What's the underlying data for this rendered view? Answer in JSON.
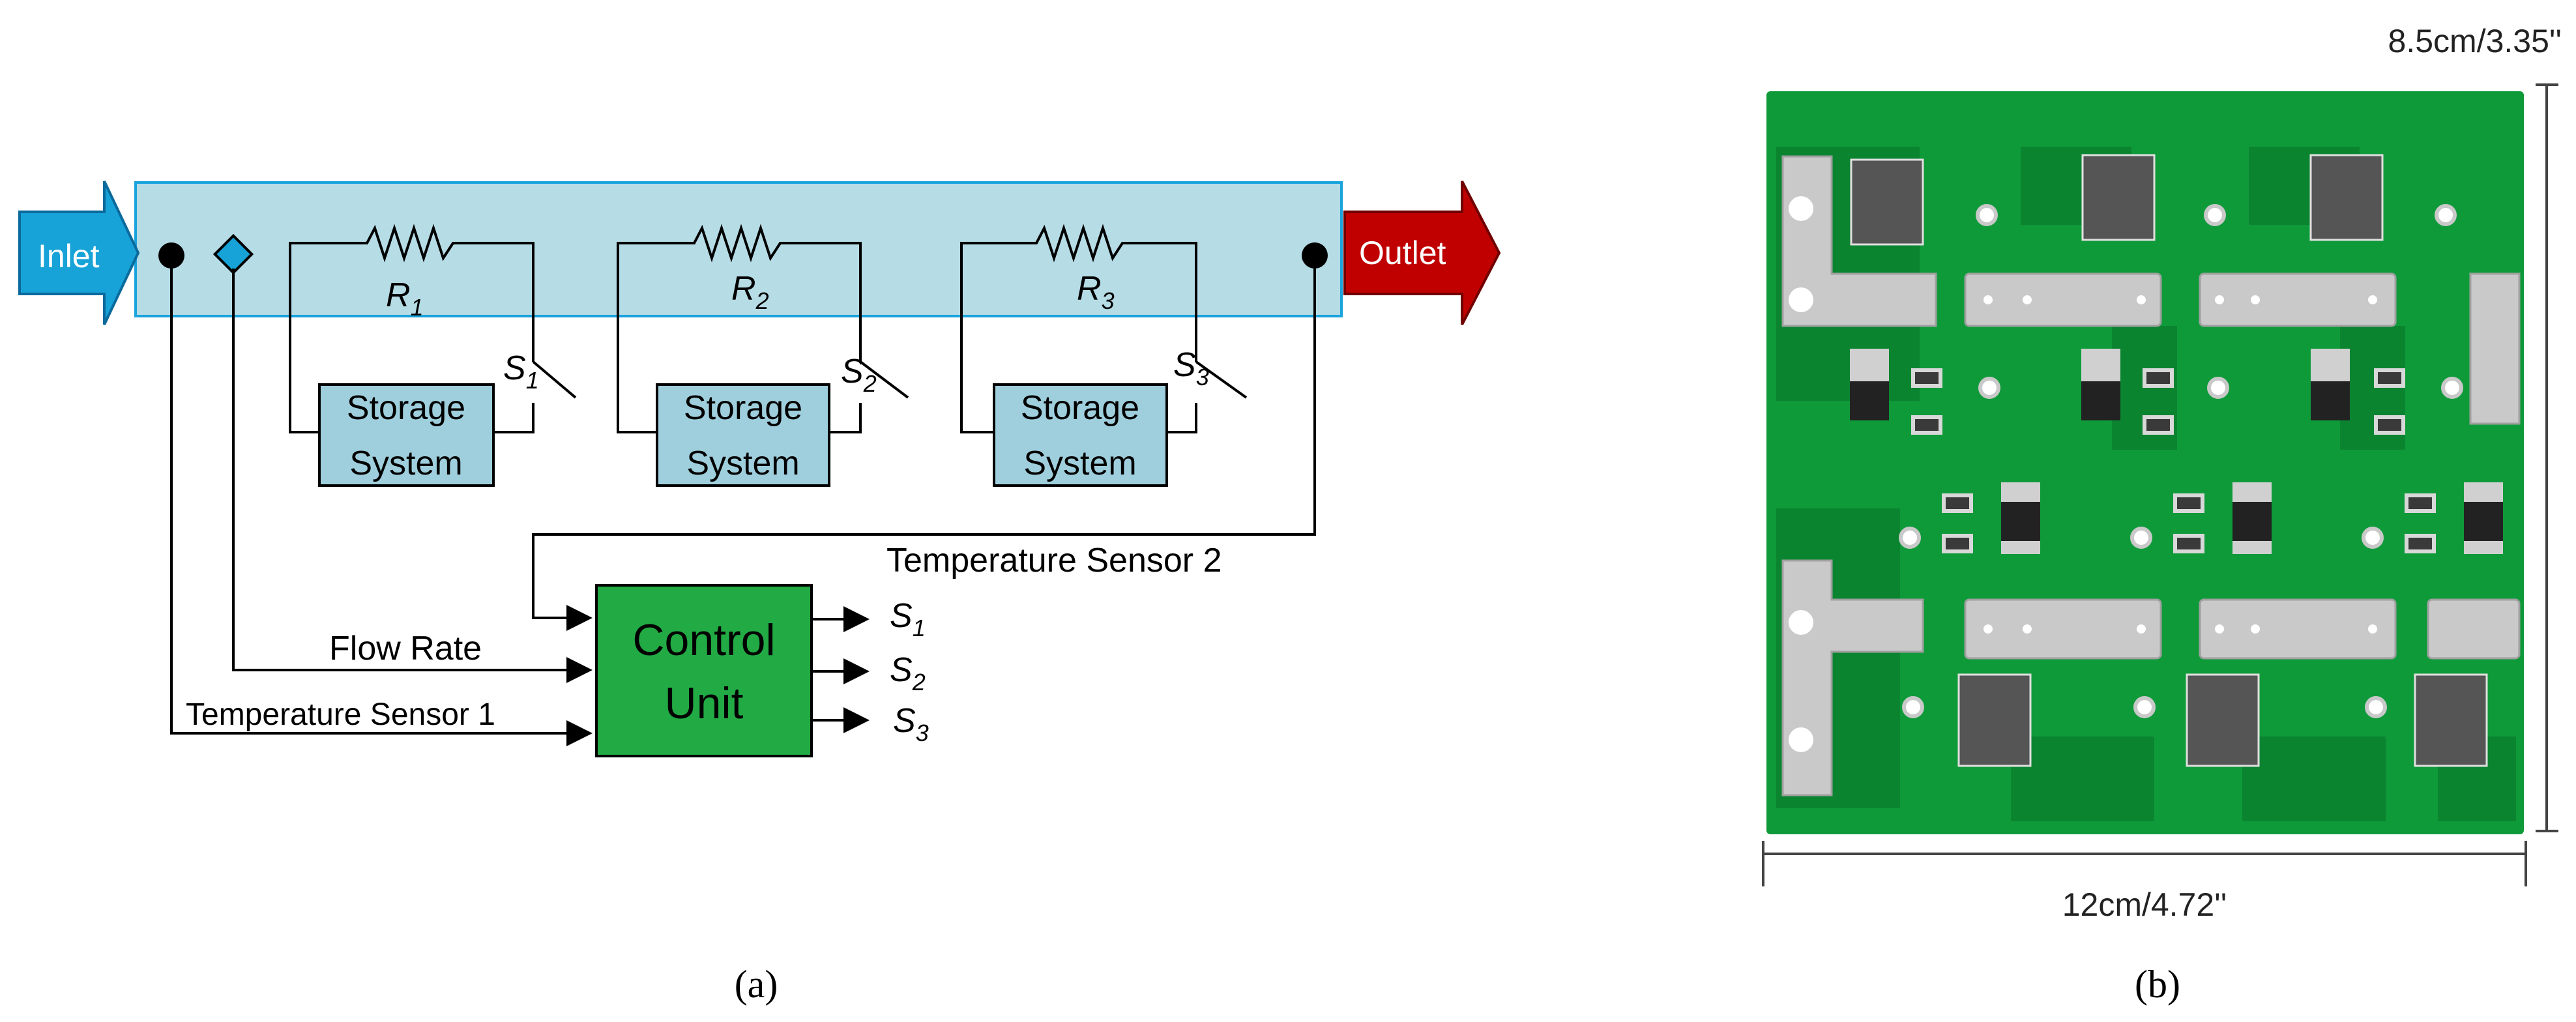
{
  "panel_a": {
    "inlet_label": "Inlet",
    "outlet_label": "Outlet",
    "resistors": [
      {
        "name": "R",
        "sub": "1"
      },
      {
        "name": "R",
        "sub": "2"
      },
      {
        "name": "R",
        "sub": "3"
      }
    ],
    "switches": [
      {
        "name": "S",
        "sub": "1"
      },
      {
        "name": "S",
        "sub": "2"
      },
      {
        "name": "S",
        "sub": "3"
      }
    ],
    "storage_line1": "Storage",
    "storage_line2": "System",
    "control_unit_line1": "Control",
    "control_unit_line2": "Unit",
    "temp_sensor_2_label": "Temperature Sensor 2",
    "flow_rate_label": "Flow Rate",
    "temp_sensor_1_label": "Temperature Sensor 1",
    "outputs": [
      {
        "name": "S",
        "sub": "1"
      },
      {
        "name": "S",
        "sub": "2"
      },
      {
        "name": "S",
        "sub": "3"
      }
    ],
    "caption": "(a)"
  },
  "panel_b": {
    "height_dim": "8.5cm/3.35''",
    "width_dim": "12cm/4.72''",
    "caption": "(b)"
  },
  "colors": {
    "channel_fill": "#b6dce6",
    "channel_stroke": "#1aa3dc",
    "inlet_fill": "#17a2d8",
    "outlet_fill": "#c00000",
    "storage_fill": "#9fcfdd",
    "control_fill": "#22aa44",
    "pcb_green": "#0f9a3a",
    "pcb_copper_pad": "#c9c9c9"
  }
}
